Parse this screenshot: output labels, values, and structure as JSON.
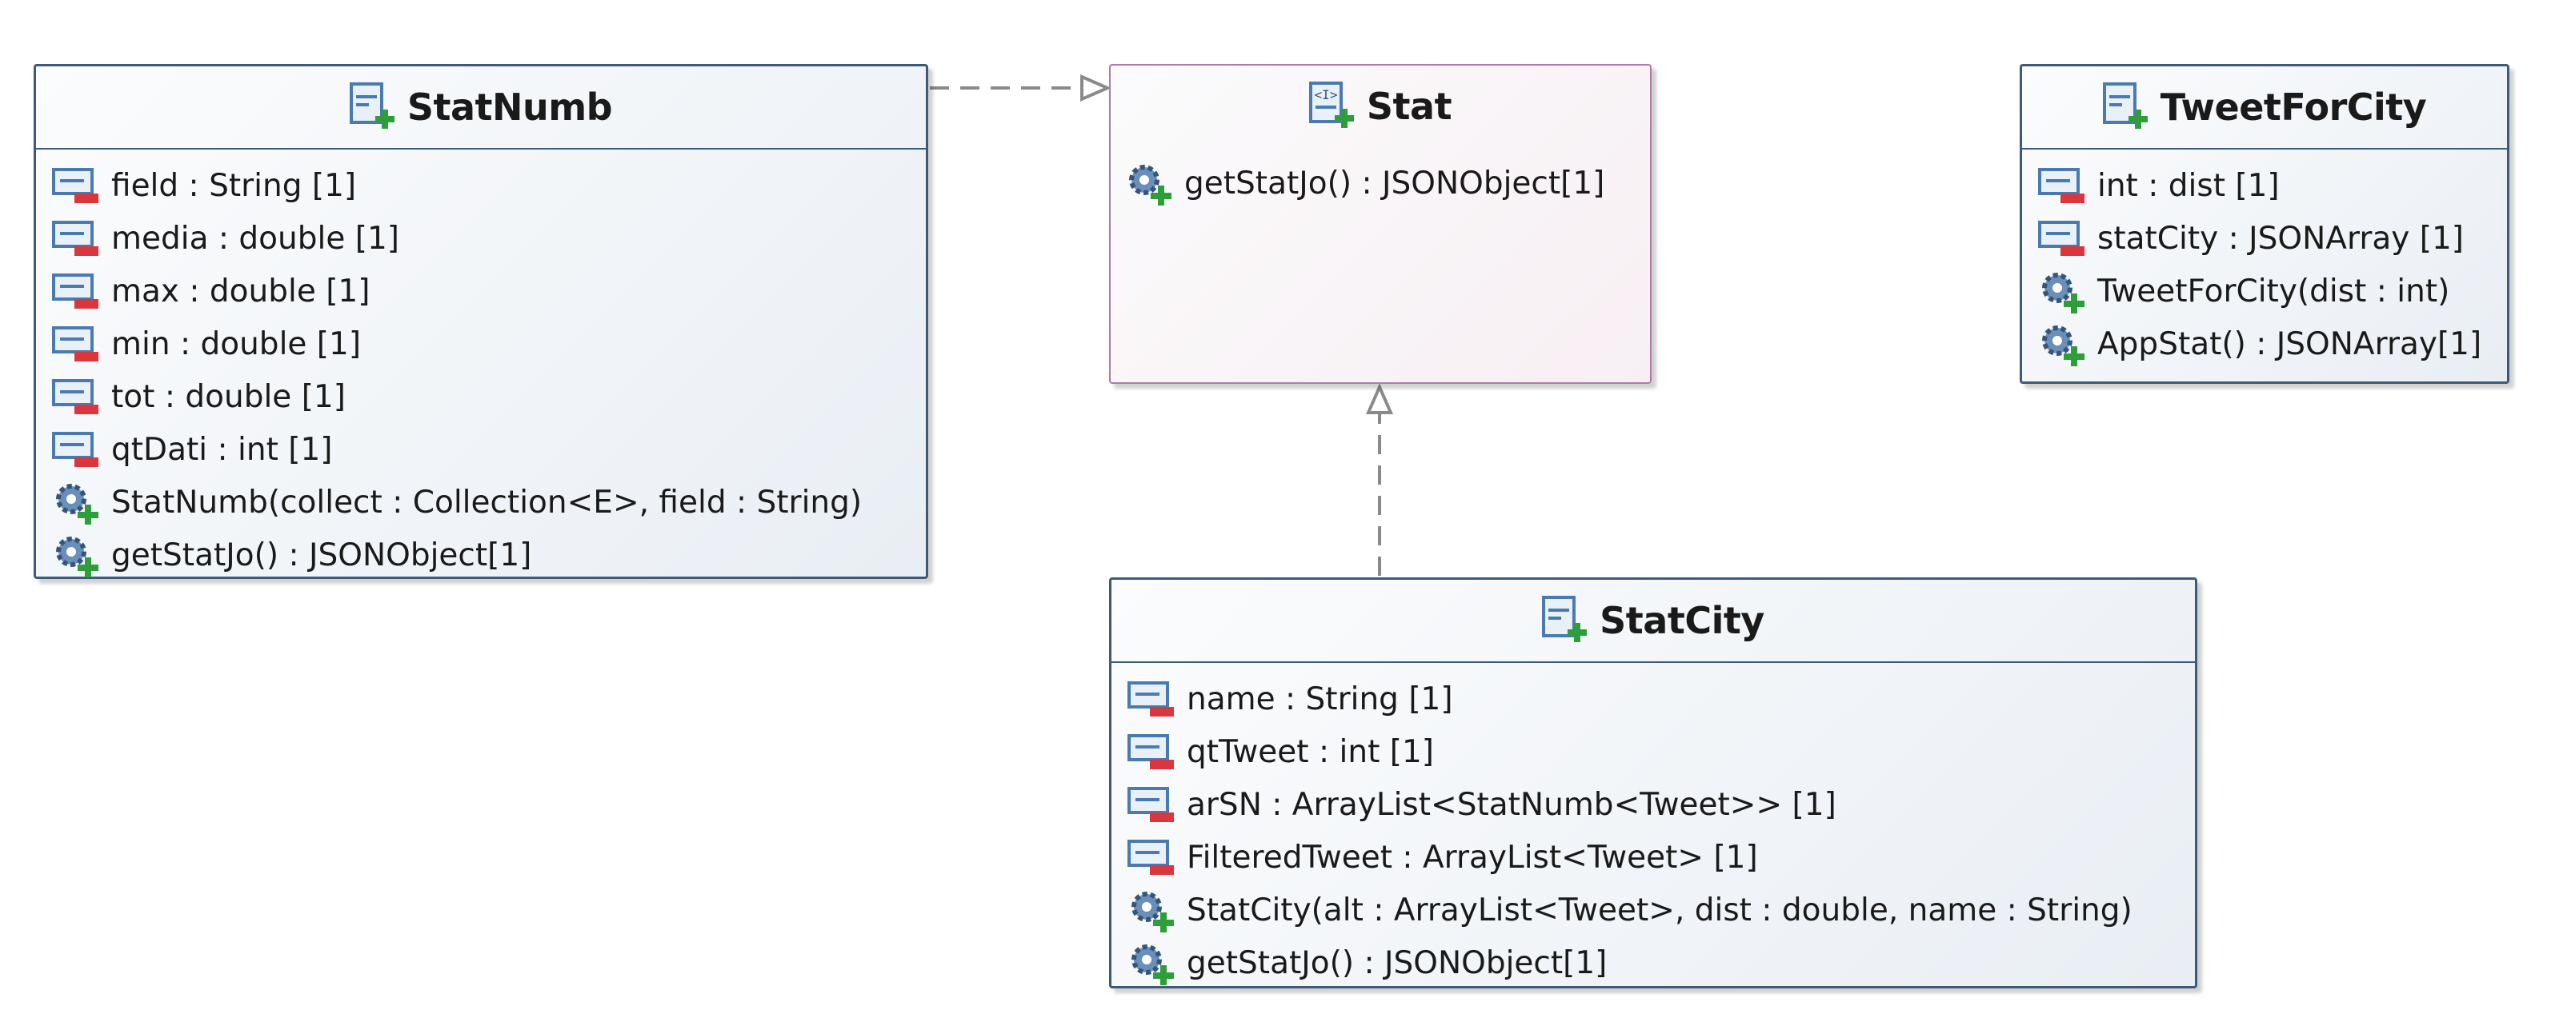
{
  "classes": {
    "statnumb": {
      "name": "StatNumb",
      "attributes": [
        "field : String [1]",
        "media : double [1]",
        "max : double [1]",
        "min : double [1]",
        "tot : double [1]",
        "qtDati : int [1]"
      ],
      "operations": [
        "StatNumb(collect : Collection<E>, field : String)",
        "getStatJo() : JSONObject[1]"
      ]
    },
    "stat": {
      "name": "Stat",
      "operations": [
        "getStatJo() : JSONObject[1]"
      ]
    },
    "tweetforcity": {
      "name": "TweetForCity",
      "attributes": [
        "int : dist [1]",
        "statCity : JSONArray [1]"
      ],
      "operations": [
        "TweetForCity(dist : int)",
        "AppStat() : JSONArray[1]"
      ]
    },
    "statcity": {
      "name": "StatCity",
      "attributes": [
        "name : String [1]",
        "qtTweet : int [1]",
        "arSN : ArrayList<StatNumb<Tweet>> [1]",
        "FilteredTweet : ArrayList<Tweet> [1]"
      ],
      "operations": [
        "StatCity(alt : ArrayList<Tweet>, dist : double, name : String)",
        "getStatJo() : JSONObject[1]"
      ]
    }
  },
  "relations": [
    {
      "from": "StatNumb",
      "to": "Stat",
      "kind": "realization"
    },
    {
      "from": "StatCity",
      "to": "Stat",
      "kind": "realization"
    }
  ],
  "colors": {
    "class_border": "#3d5a78",
    "interface_border": "#b07aa8",
    "attribute_icon_minus": "#d9363e",
    "operation_icon_plus": "#2e9e3a",
    "relation_line": "#8a8a8a"
  },
  "icons": {
    "class": "class-icon",
    "interface": "interface-icon",
    "attribute": "private-attribute-icon",
    "operation": "public-operation-icon"
  }
}
